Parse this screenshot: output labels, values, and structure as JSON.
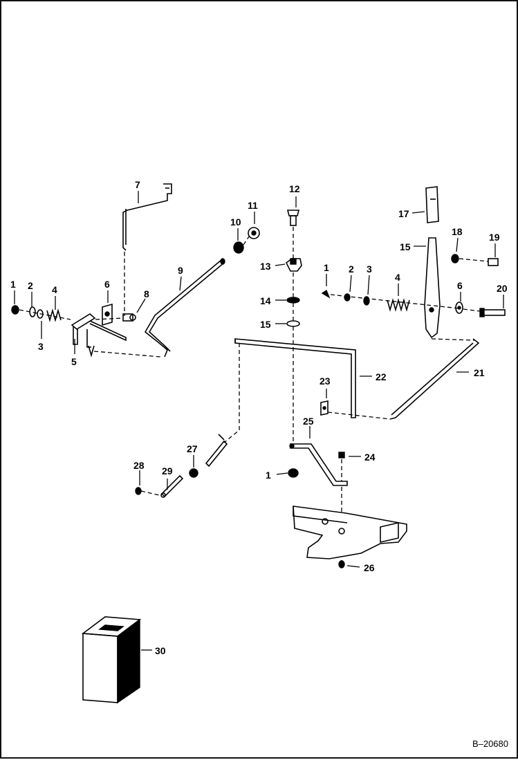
{
  "drawing_number": "B–20680",
  "callouts": [
    {
      "id": "c1a",
      "label": "1"
    },
    {
      "id": "c2a",
      "label": "2"
    },
    {
      "id": "c3a",
      "label": "3"
    },
    {
      "id": "c4a",
      "label": "4"
    },
    {
      "id": "c5",
      "label": "5"
    },
    {
      "id": "c6a",
      "label": "6"
    },
    {
      "id": "c7",
      "label": "7"
    },
    {
      "id": "c8",
      "label": "8"
    },
    {
      "id": "c9",
      "label": "9"
    },
    {
      "id": "c10",
      "label": "10"
    },
    {
      "id": "c11",
      "label": "11"
    },
    {
      "id": "c12",
      "label": "12"
    },
    {
      "id": "c13",
      "label": "13"
    },
    {
      "id": "c14",
      "label": "14"
    },
    {
      "id": "c15a",
      "label": "15"
    },
    {
      "id": "c1b",
      "label": "1"
    },
    {
      "id": "c2b",
      "label": "2"
    },
    {
      "id": "c3b",
      "label": "3"
    },
    {
      "id": "c4b",
      "label": "4"
    },
    {
      "id": "c17",
      "label": "17"
    },
    {
      "id": "c15b",
      "label": "15"
    },
    {
      "id": "c18",
      "label": "18"
    },
    {
      "id": "c19",
      "label": "19"
    },
    {
      "id": "c6b",
      "label": "6"
    },
    {
      "id": "c20",
      "label": "20"
    },
    {
      "id": "c21",
      "label": "21"
    },
    {
      "id": "c22",
      "label": "22"
    },
    {
      "id": "c23",
      "label": "23"
    },
    {
      "id": "c25",
      "label": "25"
    },
    {
      "id": "c24",
      "label": "24"
    },
    {
      "id": "c1c",
      "label": "1"
    },
    {
      "id": "c28",
      "label": "28"
    },
    {
      "id": "c29",
      "label": "29"
    },
    {
      "id": "c27",
      "label": "27"
    },
    {
      "id": "c26",
      "label": "26"
    },
    {
      "id": "c30",
      "label": "30"
    }
  ]
}
